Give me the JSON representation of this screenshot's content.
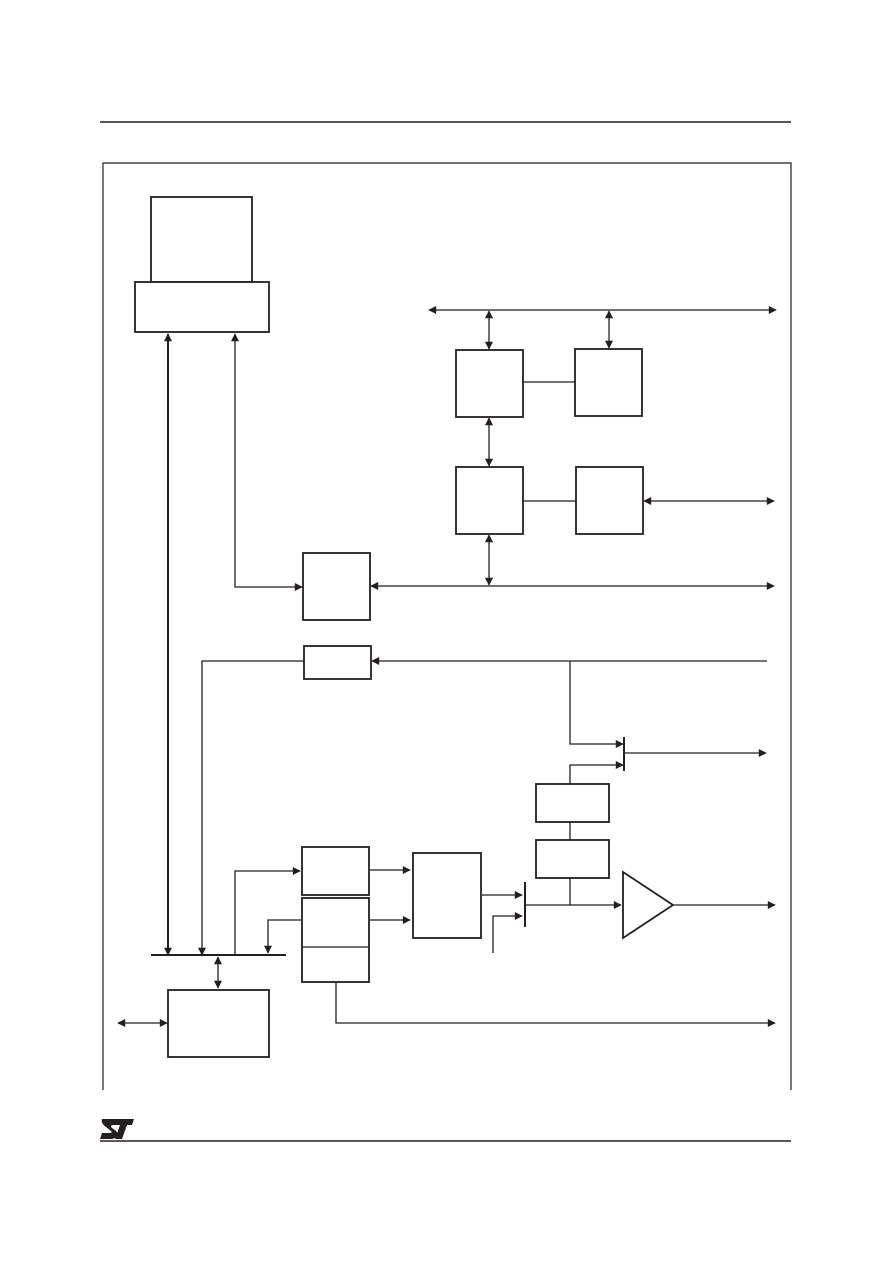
{
  "header": {
    "rule": "top-rule"
  },
  "footer": {
    "logo": "st-logo"
  },
  "colors": {
    "ink": "#231f20",
    "background": "#ffffff"
  },
  "diagram": {
    "type": "block-diagram",
    "block_count": 13,
    "text_labels": []
  }
}
